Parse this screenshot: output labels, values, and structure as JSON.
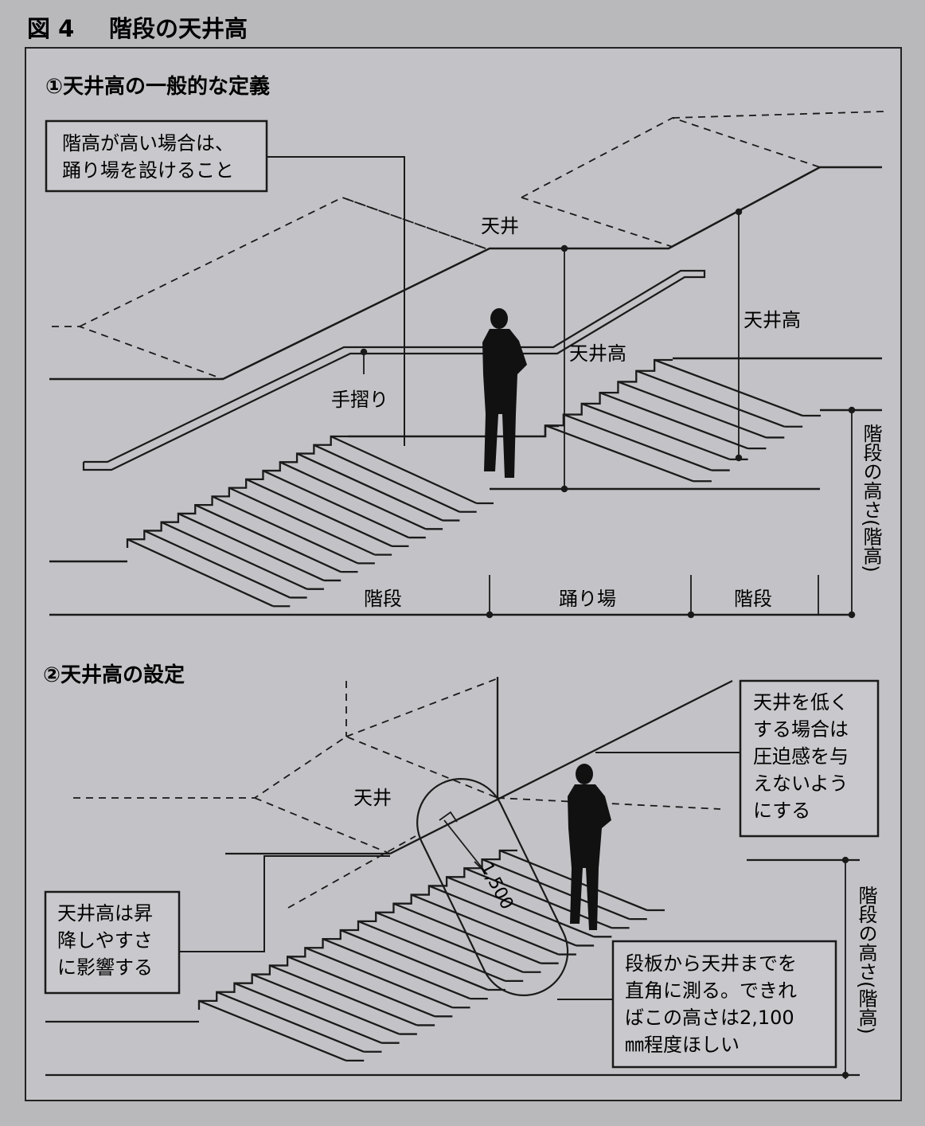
{
  "figure": {
    "number": "図 4",
    "title": "階段の天井高"
  },
  "section1": {
    "title": "①天井高の一般的な定義",
    "callout": [
      "階高が高い場合は、",
      "踊り場を設けること"
    ],
    "labels": {
      "ceiling": "天井",
      "handrail": "手摺り",
      "ceiling_height_1": "天井高",
      "ceiling_height_2": "天井高",
      "stair_height": "階段の高さ(階高)"
    },
    "bottom_labels": {
      "stairs_1": "階段",
      "landing": "踊り場",
      "stairs_2": "階段"
    }
  },
  "section2": {
    "title": "②天井高の設定",
    "labels": {
      "ceiling": "天井",
      "dimension": "1,500",
      "stair_height": "階段の高さ(階高)"
    },
    "note_low_ceiling": [
      "天井を低く",
      "する場合は",
      "圧迫感を与",
      "えないよう",
      "にする"
    ],
    "note_ease": [
      "天井高は昇",
      "降しやすさ",
      "に影響する"
    ],
    "note_measure": [
      "段板から天井までを",
      "直角に測る。できれ",
      "ばこの高さは2,100",
      "㎜程度ほしい"
    ]
  }
}
